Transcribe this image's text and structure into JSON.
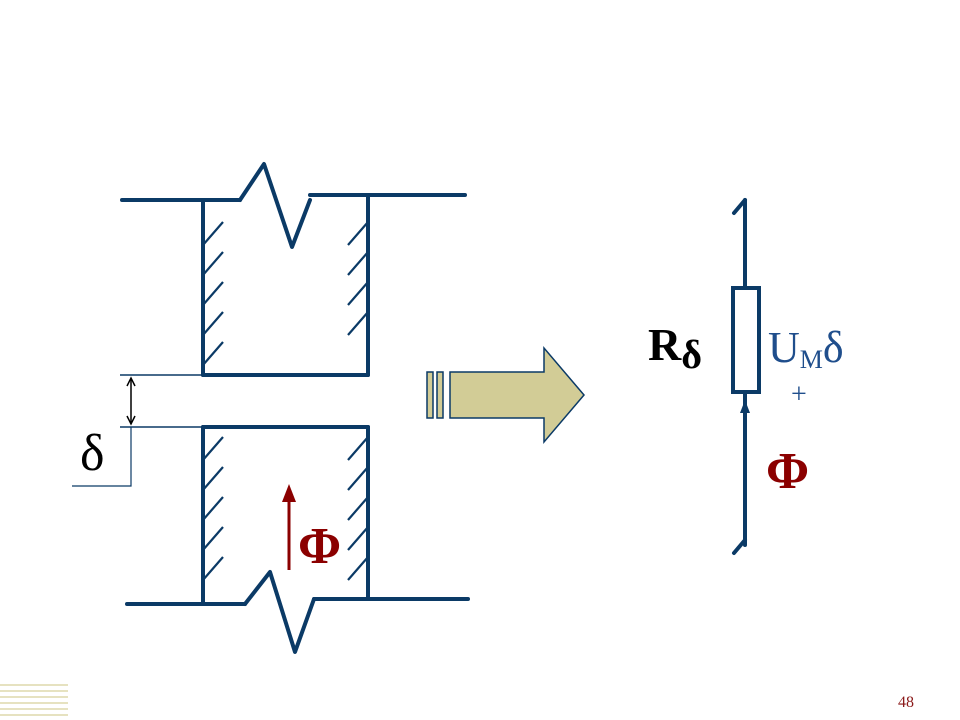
{
  "colors": {
    "line": "#0b3a66",
    "flux": "#8b0000",
    "arrow_fill": "#d2cc96",
    "label_blue": "#1f4e8c"
  },
  "labels": {
    "gap": "δ",
    "flux_left": "Φ",
    "resistance_letter": "R",
    "resistance_sub": "δ",
    "mmf_letter": "U",
    "mmf_sub": "M",
    "mmf_tail": "δ",
    "polarity": "+",
    "flux_right": "Φ"
  },
  "page_number": "48"
}
